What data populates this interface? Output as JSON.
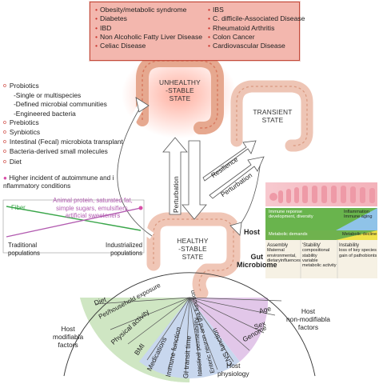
{
  "diseases": {
    "left": [
      "Obesity/metabolic syndrome",
      "Diabetes",
      "IBD",
      "Non Alcoholic Fatty Liver Disease",
      "Celiac Disease"
    ],
    "right": [
      "IBS",
      "C. difficile-Associated Disease",
      "Rheumatoid Arthritis",
      "Colon Cancer",
      "Cardiovascular Disease"
    ]
  },
  "states": {
    "unhealthy": [
      "UNHEALTHY",
      "-STABLE",
      "STATE"
    ],
    "transient": [
      "TRANSIENT",
      "STATE"
    ],
    "healthy": [
      "HEALTHY",
      "-STABLE",
      "STATE"
    ]
  },
  "interventions": {
    "probiotics": "Probiotics",
    "probiotics_sub": [
      "-Single or multispecies",
      "-Defined microbial communities",
      "-Engineered bacteria"
    ],
    "others": [
      "Prebiotics",
      "Synbiotics",
      "Intestinal (Fecal) microbiota transplant",
      "Bacteria-derived small molecules",
      "Diet"
    ]
  },
  "arrows": {
    "perturbation_left": "Perturbation",
    "resilience": "Resilience",
    "perturbation_right": "Perturbation"
  },
  "autoimmune_note": "Higher incident of autoimmune and i nflammatory conditions",
  "fiber_chart": {
    "fiber_label": "Fiber",
    "animal_label": "Animal protein, saturated fat, simple sugars, emulsifiers, artificial sweeteners",
    "x_left": [
      "Traditional",
      "populations"
    ],
    "x_right": [
      "Industrialized",
      "populations"
    ],
    "colors": {
      "fiber": "#3aa64a",
      "animal": "#b25bb0"
    }
  },
  "host_panel": {
    "host_label": "Host",
    "gut_label": [
      "Gut",
      "Microbiome"
    ],
    "immune_text": [
      "Immune reponse",
      "development, diversity"
    ],
    "inflammation_text": [
      "Inflammation",
      "Immune aging"
    ],
    "metabolic_demands": "Metabolic demands",
    "metabolic_decline": "Metabolic decline",
    "stages": [
      {
        "title": "Assembly",
        "desc": [
          "Maternal",
          "environmental,",
          "dietaryinfluences"
        ]
      },
      {
        "title": "'Stability'",
        "desc": [
          "compositional stability",
          "variable metabolic activity"
        ]
      },
      {
        "title": "Instability",
        "desc": [
          "loss of key species",
          "gain of pathobionts"
        ]
      }
    ]
  },
  "factors": {
    "modifiable": [
      "Diet",
      "Pet/household exposure",
      "Physical activity",
      "BMI",
      "Medications"
    ],
    "physiology": [
      "Immune function",
      "GI transit time",
      "Intestinal permeability",
      "Enteric neuron and glia function",
      "CNS function"
    ],
    "non_modifiable": [
      "Genome",
      "Sex",
      "Age"
    ],
    "host_modifiable_label": [
      "Host",
      "modifiabla",
      "factors"
    ],
    "host_physiology_label": [
      "Host",
      "physiology"
    ],
    "host_nonmodifiable_label": [
      "Host",
      "non-modifiabla",
      "factors"
    ],
    "colors": {
      "modifiable": "#cfe6c3",
      "physiology": "#c8d7ee",
      "non_modifiable": "#e2c7e9"
    }
  }
}
